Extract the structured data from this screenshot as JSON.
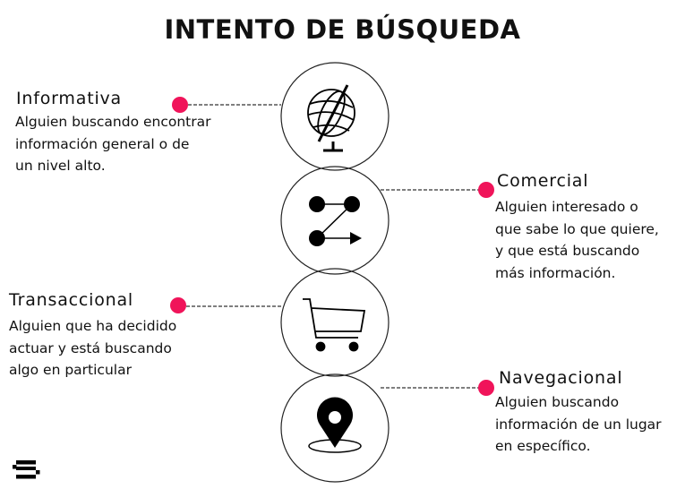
{
  "title": "INTENTO DE BÚSQUEDA",
  "accent_color": "#F0145A",
  "items": [
    {
      "label": "Informativa",
      "icon": "globe-icon",
      "lines": [
        "Alguien buscando encontrar",
        "información general o de",
        "un nivel alto."
      ]
    },
    {
      "label": "Comercial",
      "icon": "path-arrow-icon",
      "lines": [
        "Alguien interesado o",
        "que sabe lo que quiere,",
        "y que está buscando",
        "más información."
      ]
    },
    {
      "label": "Transaccional",
      "icon": "cart-icon",
      "lines": [
        "Alguien que ha decidido",
        "actuar y está buscando",
        "algo en particular"
      ]
    },
    {
      "label": "Navegacional",
      "icon": "location-pin-icon",
      "lines": [
        "Alguien buscando",
        "información de un lugar",
        "en específico."
      ]
    }
  ]
}
